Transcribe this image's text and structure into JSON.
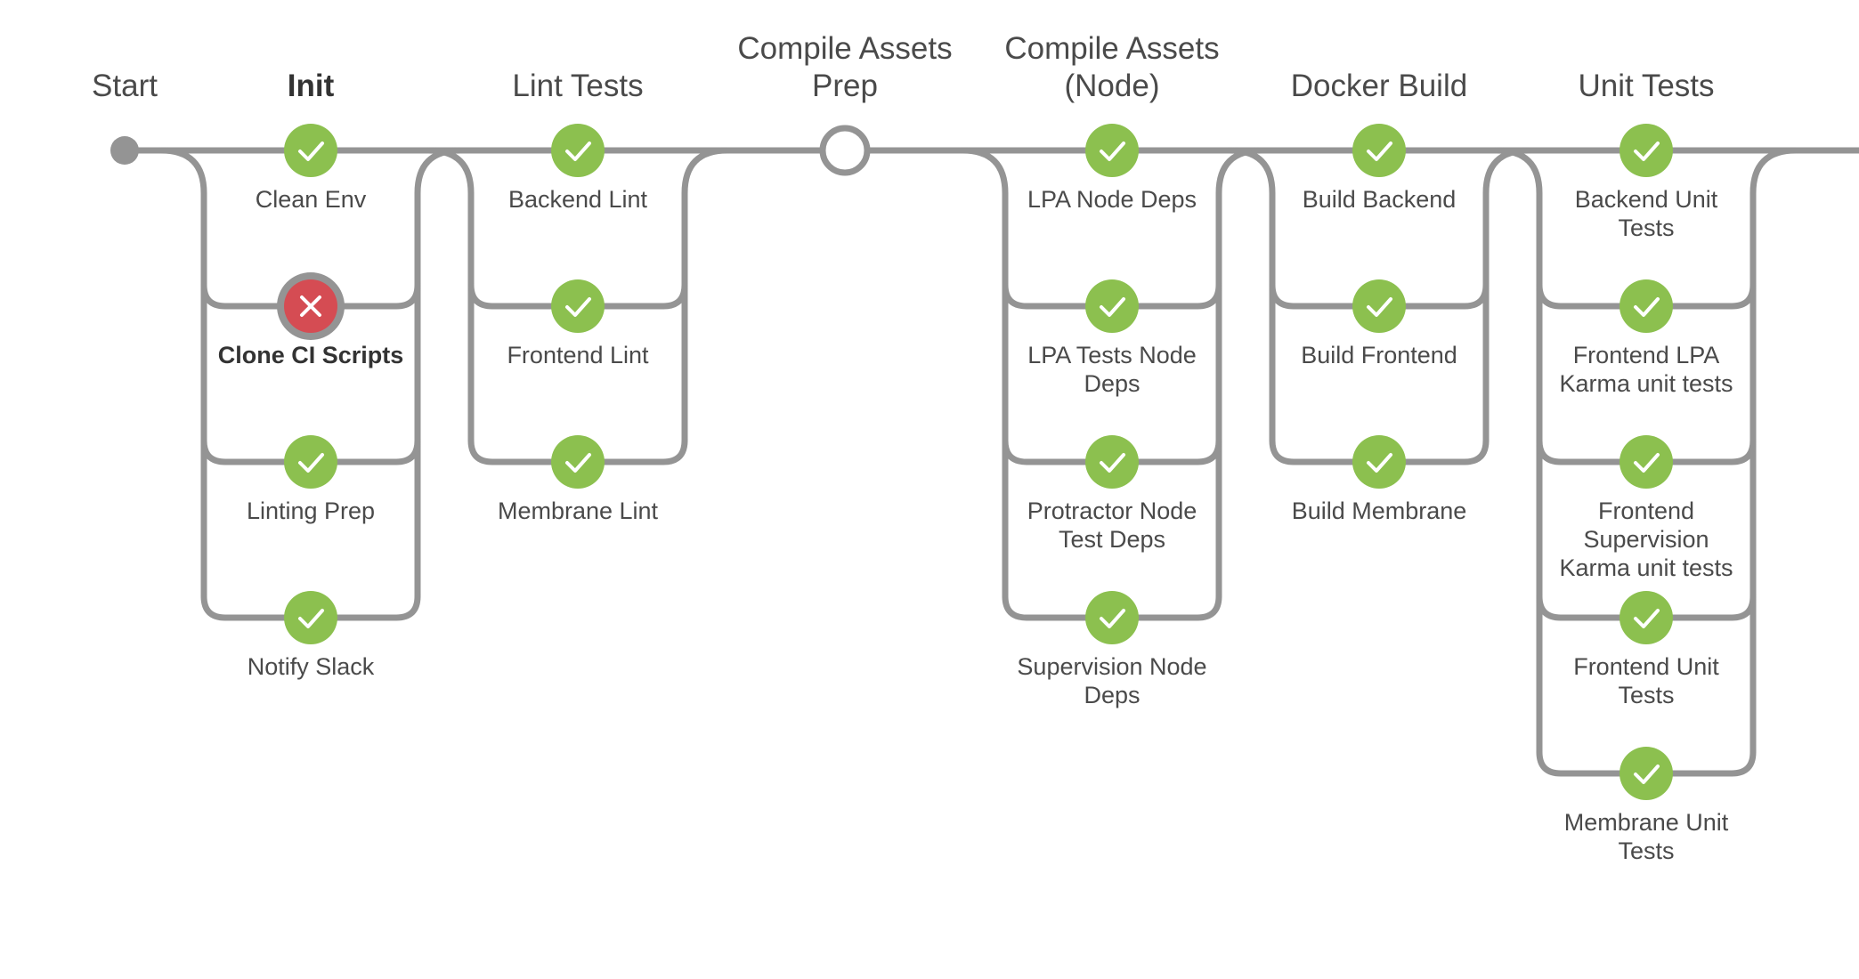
{
  "colors": {
    "rail": "#949494",
    "success": "#8cc04f",
    "failed": "#d54c53",
    "text": "#4a4a4a"
  },
  "start_label": "Start",
  "stages": [
    {
      "id": "init",
      "title": [
        "Init"
      ],
      "bold": true,
      "nodes": [
        {
          "label": [
            "Clean Env"
          ],
          "status": "success"
        },
        {
          "label": [
            "Clone CI Scripts"
          ],
          "status": "failed",
          "selected": true
        },
        {
          "label": [
            "Linting Prep"
          ],
          "status": "success"
        },
        {
          "label": [
            "Notify Slack"
          ],
          "status": "success"
        }
      ]
    },
    {
      "id": "lint-tests",
      "title": [
        "Lint Tests"
      ],
      "nodes": [
        {
          "label": [
            "Backend Lint"
          ],
          "status": "success"
        },
        {
          "label": [
            "Frontend Lint"
          ],
          "status": "success"
        },
        {
          "label": [
            "Membrane Lint"
          ],
          "status": "success"
        }
      ]
    },
    {
      "id": "compile-assets-prep",
      "title": [
        "Compile Assets",
        "Prep"
      ],
      "nodes": [
        {
          "label": [],
          "status": "not-built"
        }
      ]
    },
    {
      "id": "compile-assets-node",
      "title": [
        "Compile Assets",
        "(Node)"
      ],
      "nodes": [
        {
          "label": [
            "LPA Node Deps"
          ],
          "status": "success"
        },
        {
          "label": [
            "LPA Tests Node",
            "Deps"
          ],
          "status": "success"
        },
        {
          "label": [
            "Protractor Node",
            "Test Deps"
          ],
          "status": "success"
        },
        {
          "label": [
            "Supervision Node",
            "Deps"
          ],
          "status": "success"
        }
      ]
    },
    {
      "id": "docker-build",
      "title": [
        "Docker Build"
      ],
      "nodes": [
        {
          "label": [
            "Build Backend"
          ],
          "status": "success"
        },
        {
          "label": [
            "Build Frontend"
          ],
          "status": "success"
        },
        {
          "label": [
            "Build Membrane"
          ],
          "status": "success"
        }
      ]
    },
    {
      "id": "unit-tests",
      "title": [
        "Unit Tests"
      ],
      "nodes": [
        {
          "label": [
            "Backend Unit",
            "Tests"
          ],
          "status": "success"
        },
        {
          "label": [
            "Frontend LPA",
            "Karma unit tests"
          ],
          "status": "success"
        },
        {
          "label": [
            "Frontend",
            "Supervision",
            "Karma unit tests"
          ],
          "status": "success"
        },
        {
          "label": [
            "Frontend Unit",
            "Tests"
          ],
          "status": "success"
        },
        {
          "label": [
            "Membrane Unit",
            "Tests"
          ],
          "status": "success"
        }
      ]
    },
    {
      "id": "integration",
      "title": [
        "Integ"
      ],
      "nodes": []
    }
  ]
}
